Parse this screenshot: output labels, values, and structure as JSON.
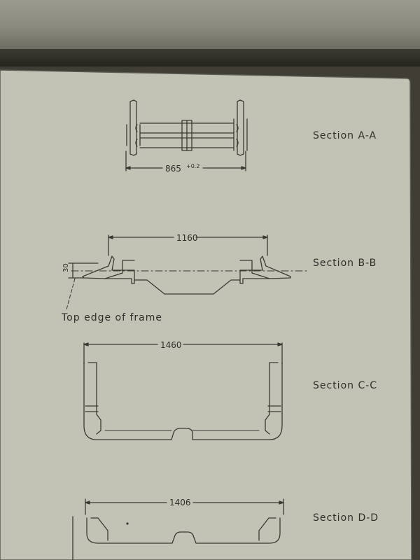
{
  "sections": [
    {
      "label": "Section A-A",
      "dimension": "865",
      "tolerance": "+0.2"
    },
    {
      "label": "Section B-B",
      "dimension": "1160",
      "offset": "30"
    },
    {
      "label": "Section C-C",
      "dimension": "1460"
    },
    {
      "label": "Section D-D",
      "dimension": "1406"
    }
  ],
  "frame_caption": "Top edge of frame",
  "colors": {
    "paper": "#c3c3b5",
    "ink": "#3a3a34",
    "background": "#3f3d34"
  }
}
